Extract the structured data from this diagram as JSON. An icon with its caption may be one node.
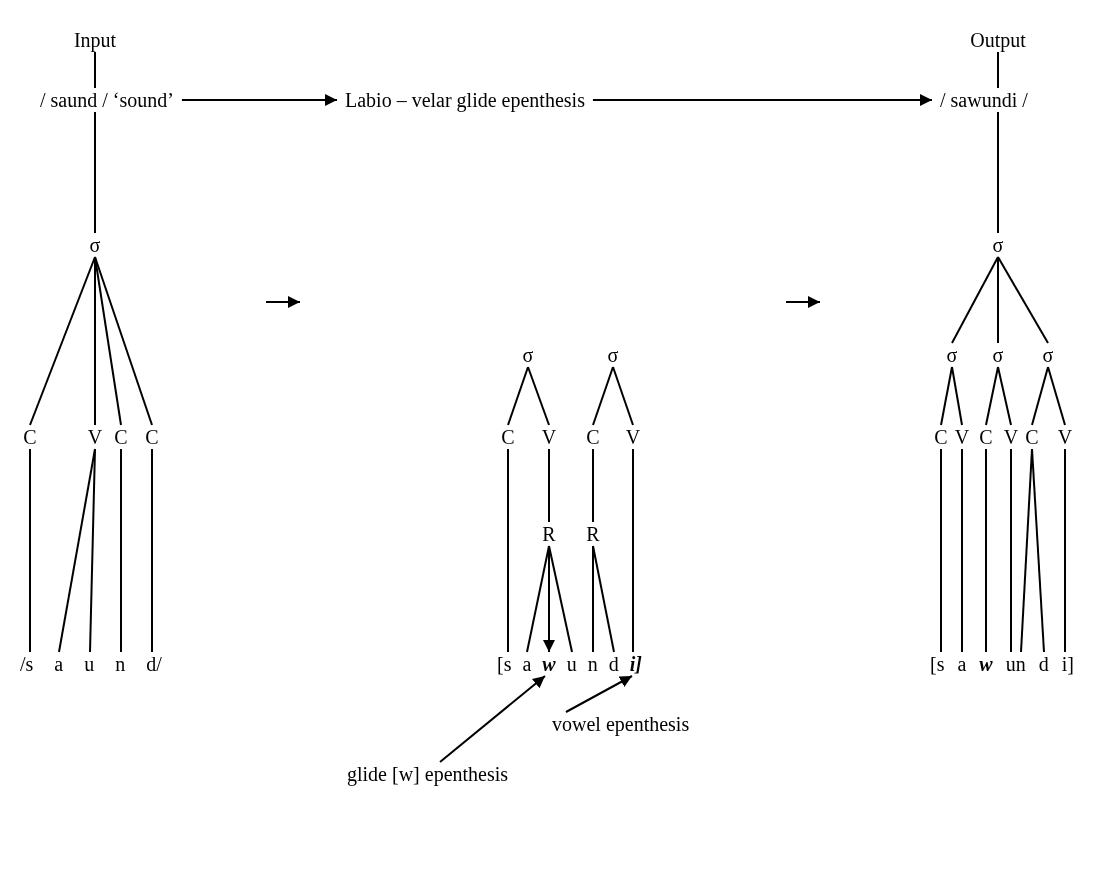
{
  "diagram": {
    "nodes": [
      {
        "text": [
          "Input"
        ]
      },
      {
        "text": [
          "/ saund / ‘sound’"
        ]
      },
      {
        "text": [
          "Labio – velar glide epenthesis"
        ]
      },
      {
        "text": [
          "Output"
        ]
      },
      {
        "text": [
          "/ sawundi /"
        ]
      },
      {
        "text": [
          "σ"
        ]
      },
      {
        "text": [
          "C"
        ]
      },
      {
        "text": [
          "V"
        ]
      },
      {
        "text": [
          "C"
        ]
      },
      {
        "text": [
          "C"
        ]
      },
      {
        "text": [
          "/s a u n d/"
        ]
      },
      {
        "text": [
          "σ"
        ]
      },
      {
        "text": [
          "σ"
        ]
      },
      {
        "text": [
          "C"
        ]
      },
      {
        "text": [
          "V"
        ]
      },
      {
        "text": [
          "C"
        ]
      },
      {
        "text": [
          "V"
        ]
      },
      {
        "text": [
          "R"
        ]
      },
      {
        "text": [
          "R"
        ]
      },
      {
        "text": [
          "[s a **w** u n d **i]**"
        ]
      },
      {
        "text": [
          "vowel epenthesis"
        ]
      },
      {
        "text": [
          "glide [w] epenthesis"
        ]
      },
      {
        "text": [
          "σ"
        ]
      },
      {
        "text": [
          "σ"
        ]
      },
      {
        "text": [
          "σ"
        ]
      },
      {
        "text": [
          "σ"
        ]
      },
      {
        "text": [
          "C"
        ]
      },
      {
        "text": [
          "V"
        ]
      },
      {
        "text": [
          "C"
        ]
      },
      {
        "text": [
          "V"
        ]
      },
      {
        "text": [
          "C"
        ]
      },
      {
        "text": [
          "V"
        ]
      },
      {
        "text": [
          "[s a **w** un d i]"
        ]
      }
    ],
    "edges": [
      {
        "from": 0,
        "to": 1,
        "arrow": "none"
      },
      {
        "from": 1,
        "to": 2,
        "arrow": "to"
      },
      {
        "from": 2,
        "to": 4,
        "arrow": "to"
      },
      {
        "from": 3,
        "to": 4,
        "arrow": "none"
      },
      {
        "from": 1,
        "to": 5,
        "arrow": "none"
      },
      {
        "from": 5,
        "to": 6,
        "arrow": "none"
      },
      {
        "from": 5,
        "to": 7,
        "arrow": "none"
      },
      {
        "from": 5,
        "to": 8,
        "arrow": "none"
      },
      {
        "from": 5,
        "to": 9,
        "arrow": "none"
      },
      {
        "from": 6,
        "to": 10,
        "arrow": "none"
      },
      {
        "from": 7,
        "to": 10,
        "arrow": "none"
      },
      {
        "from": 7,
        "to": 10,
        "arrow": "none"
      },
      {
        "from": 8,
        "to": 10,
        "arrow": "none"
      },
      {
        "from": 9,
        "to": 10,
        "arrow": "none"
      },
      {
        "from": 11,
        "to": 13,
        "arrow": "none"
      },
      {
        "from": 11,
        "to": 14,
        "arrow": "none"
      },
      {
        "from": 12,
        "to": 15,
        "arrow": "none"
      },
      {
        "from": 12,
        "to": 16,
        "arrow": "none"
      },
      {
        "from": 14,
        "to": 17,
        "arrow": "none"
      },
      {
        "from": 15,
        "to": 18,
        "arrow": "none"
      },
      {
        "from": 13,
        "to": 19,
        "arrow": "none"
      },
      {
        "from": 17,
        "to": 19,
        "arrow": "none"
      },
      {
        "from": 17,
        "to": 19,
        "arrow": "to"
      },
      {
        "from": 17,
        "to": 19,
        "arrow": "none"
      },
      {
        "from": 18,
        "to": 19,
        "arrow": "none"
      },
      {
        "from": 18,
        "to": 19,
        "arrow": "none"
      },
      {
        "from": 16,
        "to": 19,
        "arrow": "none"
      },
      {
        "from": 20,
        "to": 19,
        "arrow": "to"
      },
      {
        "from": 21,
        "to": 19,
        "arrow": "to"
      },
      {
        "from": 4,
        "to": 22,
        "arrow": "none"
      },
      {
        "from": 22,
        "to": 23,
        "arrow": "none"
      },
      {
        "from": 22,
        "to": 24,
        "arrow": "none"
      },
      {
        "from": 22,
        "to": 25,
        "arrow": "none"
      },
      {
        "from": 23,
        "to": 26,
        "arrow": "none"
      },
      {
        "from": 23,
        "to": 27,
        "arrow": "none"
      },
      {
        "from": 24,
        "to": 28,
        "arrow": "none"
      },
      {
        "from": 24,
        "to": 29,
        "arrow": "none"
      },
      {
        "from": 25,
        "to": 30,
        "arrow": "none"
      },
      {
        "from": 25,
        "to": 31,
        "arrow": "none"
      },
      {
        "from": 26,
        "to": 32,
        "arrow": "none"
      },
      {
        "from": 27,
        "to": 32,
        "arrow": "none"
      },
      {
        "from": 28,
        "to": 32,
        "arrow": "none"
      },
      {
        "from": 29,
        "to": 32,
        "arrow": "none"
      },
      {
        "from": 30,
        "to": 32,
        "arrow": "none"
      },
      {
        "from": 30,
        "to": 32,
        "arrow": "none"
      },
      {
        "from": 31,
        "to": 32,
        "arrow": "none"
      }
    ]
  }
}
